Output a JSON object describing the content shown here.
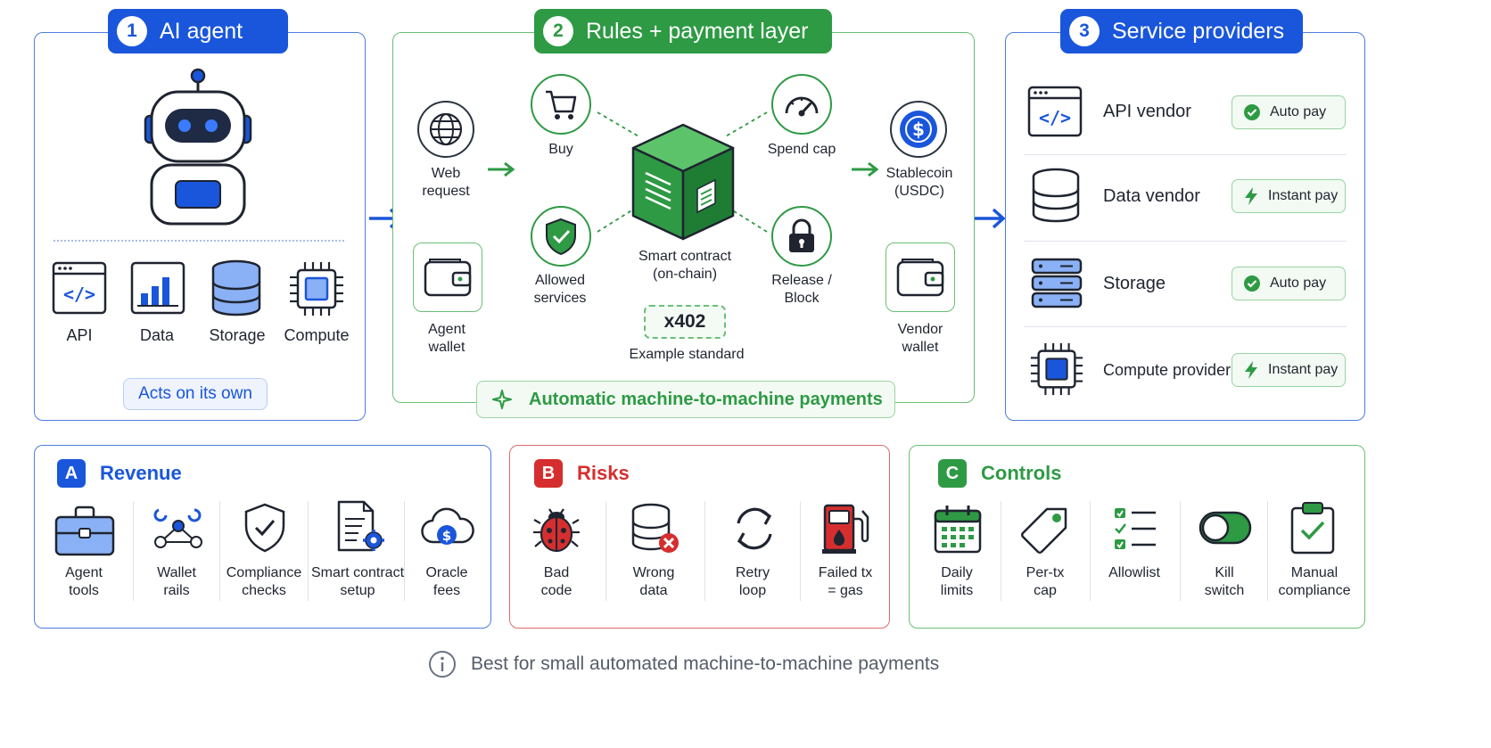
{
  "colors": {
    "blue": "#1a56db",
    "green": "#2e9a44",
    "red": "#d62e2e",
    "panel_blue": "#4f7de0",
    "panel_green": "#6bbf76",
    "panel_red": "#e06b6b"
  },
  "section1": {
    "number": "1",
    "title": "AI agent",
    "items": [
      {
        "label": "API",
        "icon": "code-window-icon"
      },
      {
        "label": "Data",
        "icon": "bar-chart-icon"
      },
      {
        "label": "Storage",
        "icon": "database-icon"
      },
      {
        "label": "Compute",
        "icon": "cpu-chip-icon"
      }
    ],
    "badge": "Acts on its own"
  },
  "section2": {
    "number": "2",
    "title": "Rules + payment layer",
    "web_request": "Web\nrequest",
    "agent_wallet": "Agent\nwallet",
    "buy": "Buy",
    "allowed_services": "Allowed\nservices",
    "spend_cap": "Spend cap",
    "release_block": "Release /\nBlock",
    "smart_contract": "Smart contract\n(on-chain)",
    "standard_code": "x402",
    "standard_label": "Example standard",
    "stablecoin": "Stablecoin\n(USDC)",
    "vendor_wallet": "Vendor\nwallet",
    "footer": "Automatic machine-to-machine payments"
  },
  "section3": {
    "number": "3",
    "title": "Service providers",
    "rows": [
      {
        "name": "API vendor",
        "pay": "Auto pay",
        "pay_icon": "check-circle-icon",
        "icon": "code-window-icon"
      },
      {
        "name": "Data vendor",
        "pay": "Instant pay",
        "pay_icon": "lightning-icon",
        "icon": "database-icon"
      },
      {
        "name": "Storage",
        "pay": "Auto pay",
        "pay_icon": "check-circle-icon",
        "icon": "server-rack-icon"
      },
      {
        "name": "Compute provider",
        "pay": "Instant pay",
        "pay_icon": "lightning-icon",
        "icon": "cpu-chip-icon"
      }
    ]
  },
  "revenue": {
    "letter": "A",
    "title": "Revenue",
    "items": [
      "Agent\ntools",
      "Wallet\nrails",
      "Compliance\nchecks",
      "Smart contract\nsetup",
      "Oracle\nfees"
    ]
  },
  "risks": {
    "letter": "B",
    "title": "Risks",
    "items": [
      "Bad\ncode",
      "Wrong\ndata",
      "Retry\nloop",
      "Failed tx\n= gas"
    ]
  },
  "controls": {
    "letter": "C",
    "title": "Controls",
    "items": [
      "Daily\nlimits",
      "Per-tx\ncap",
      "Allowlist",
      "Kill\nswitch",
      "Manual\ncompliance"
    ]
  },
  "footer_note": "Best for small automated machine-to-machine payments"
}
